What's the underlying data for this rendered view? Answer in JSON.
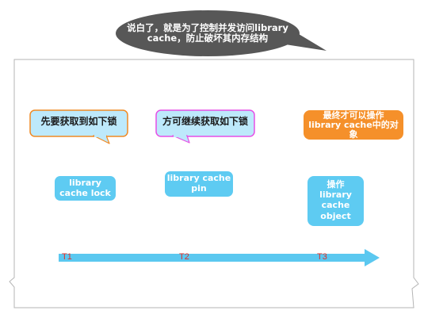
{
  "header_bubble": {
    "text_line1": "说白了，就是为了控制并发访问library",
    "text_line2": "cache，防止破坏其内存结构"
  },
  "callouts": [
    {
      "text": "先要获取到如下锁",
      "border_color": "#f08a24",
      "fill": "#bde9fb"
    },
    {
      "text": "方可继续获取如下锁",
      "border_color": "#e64fe6",
      "fill": "#bde9fb"
    },
    {
      "text_line1": "最终才可以操作",
      "text_line2": "library cache中的对",
      "text_line3": "象",
      "fill": "#f5902a"
    }
  ],
  "boxes": [
    {
      "line1": "library",
      "line2": "cache lock"
    },
    {
      "line1": "library cache",
      "line2": "pin"
    },
    {
      "line1": "操作",
      "line2": "library",
      "line3": "cache",
      "line4": "object"
    }
  ],
  "timeline": {
    "ticks": [
      "T1",
      "T2",
      "T3"
    ],
    "arrow_color": "#5bc8f0"
  },
  "colors": {
    "bubble_fill": "#575757",
    "box_fill": "#5ecbf2",
    "frame_border": "#bbbbbb"
  }
}
